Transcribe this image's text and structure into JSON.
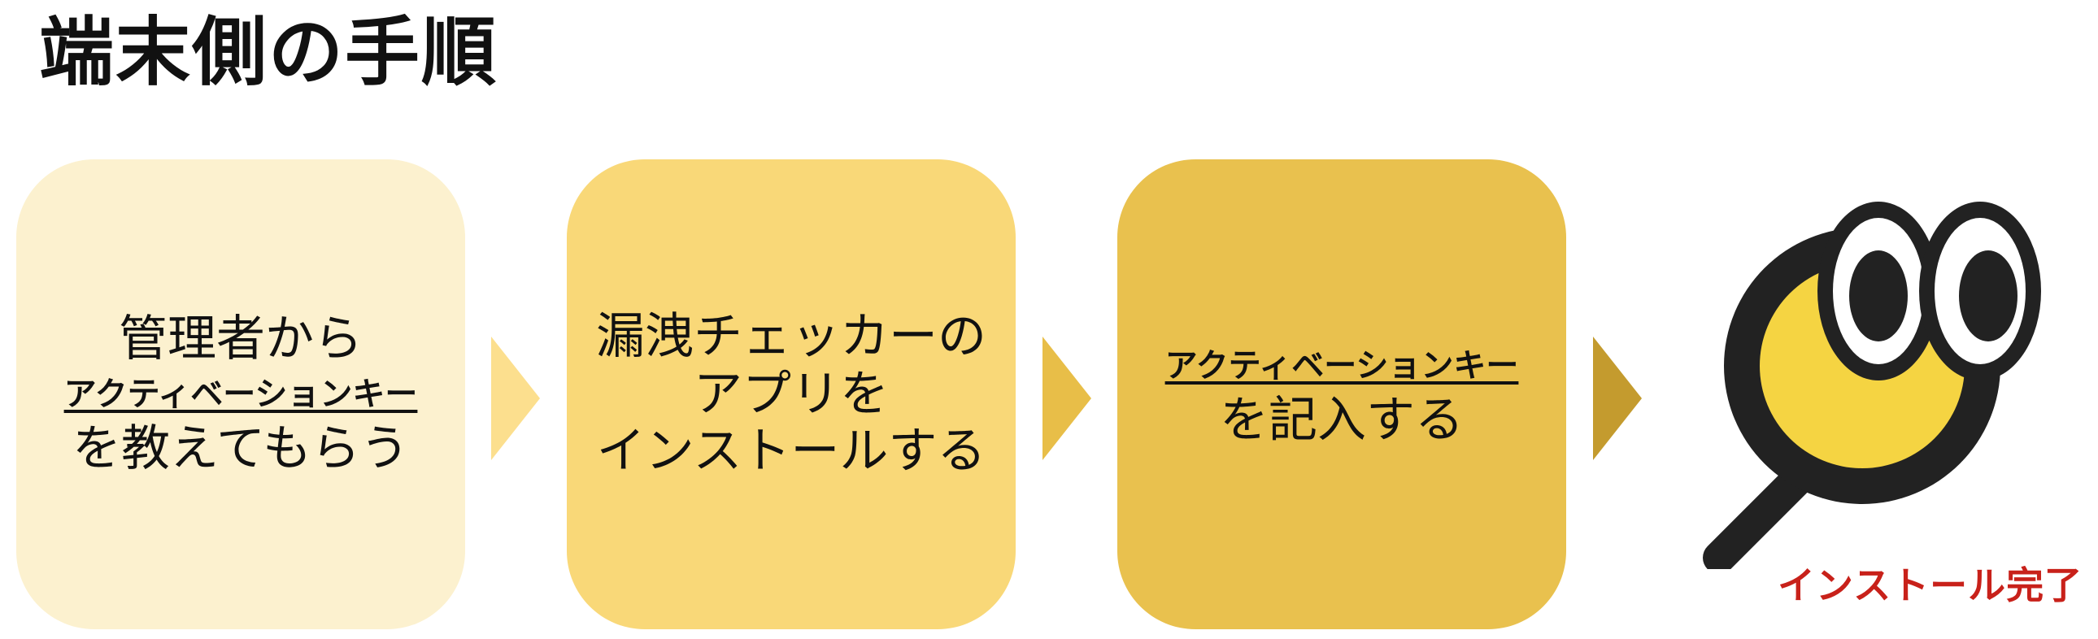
{
  "title": "端末側の手順",
  "steps": [
    {
      "line1": "管理者から",
      "key": "アクティベーションキー",
      "line3": "を教えてもらう"
    },
    {
      "line1": "漏洩チェッカーの",
      "line2": "アプリを",
      "line3": "インストールする"
    },
    {
      "key": "アクティベーションキー",
      "line2": "を記入する"
    }
  ],
  "completion_label": "インストール完了",
  "colors": {
    "step1": "#fcf1cf",
    "step2": "#f9d878",
    "step3": "#e9c14e",
    "accent_red": "#c8211a"
  },
  "mascot_icon": "magnifying-glass-eyes-icon"
}
